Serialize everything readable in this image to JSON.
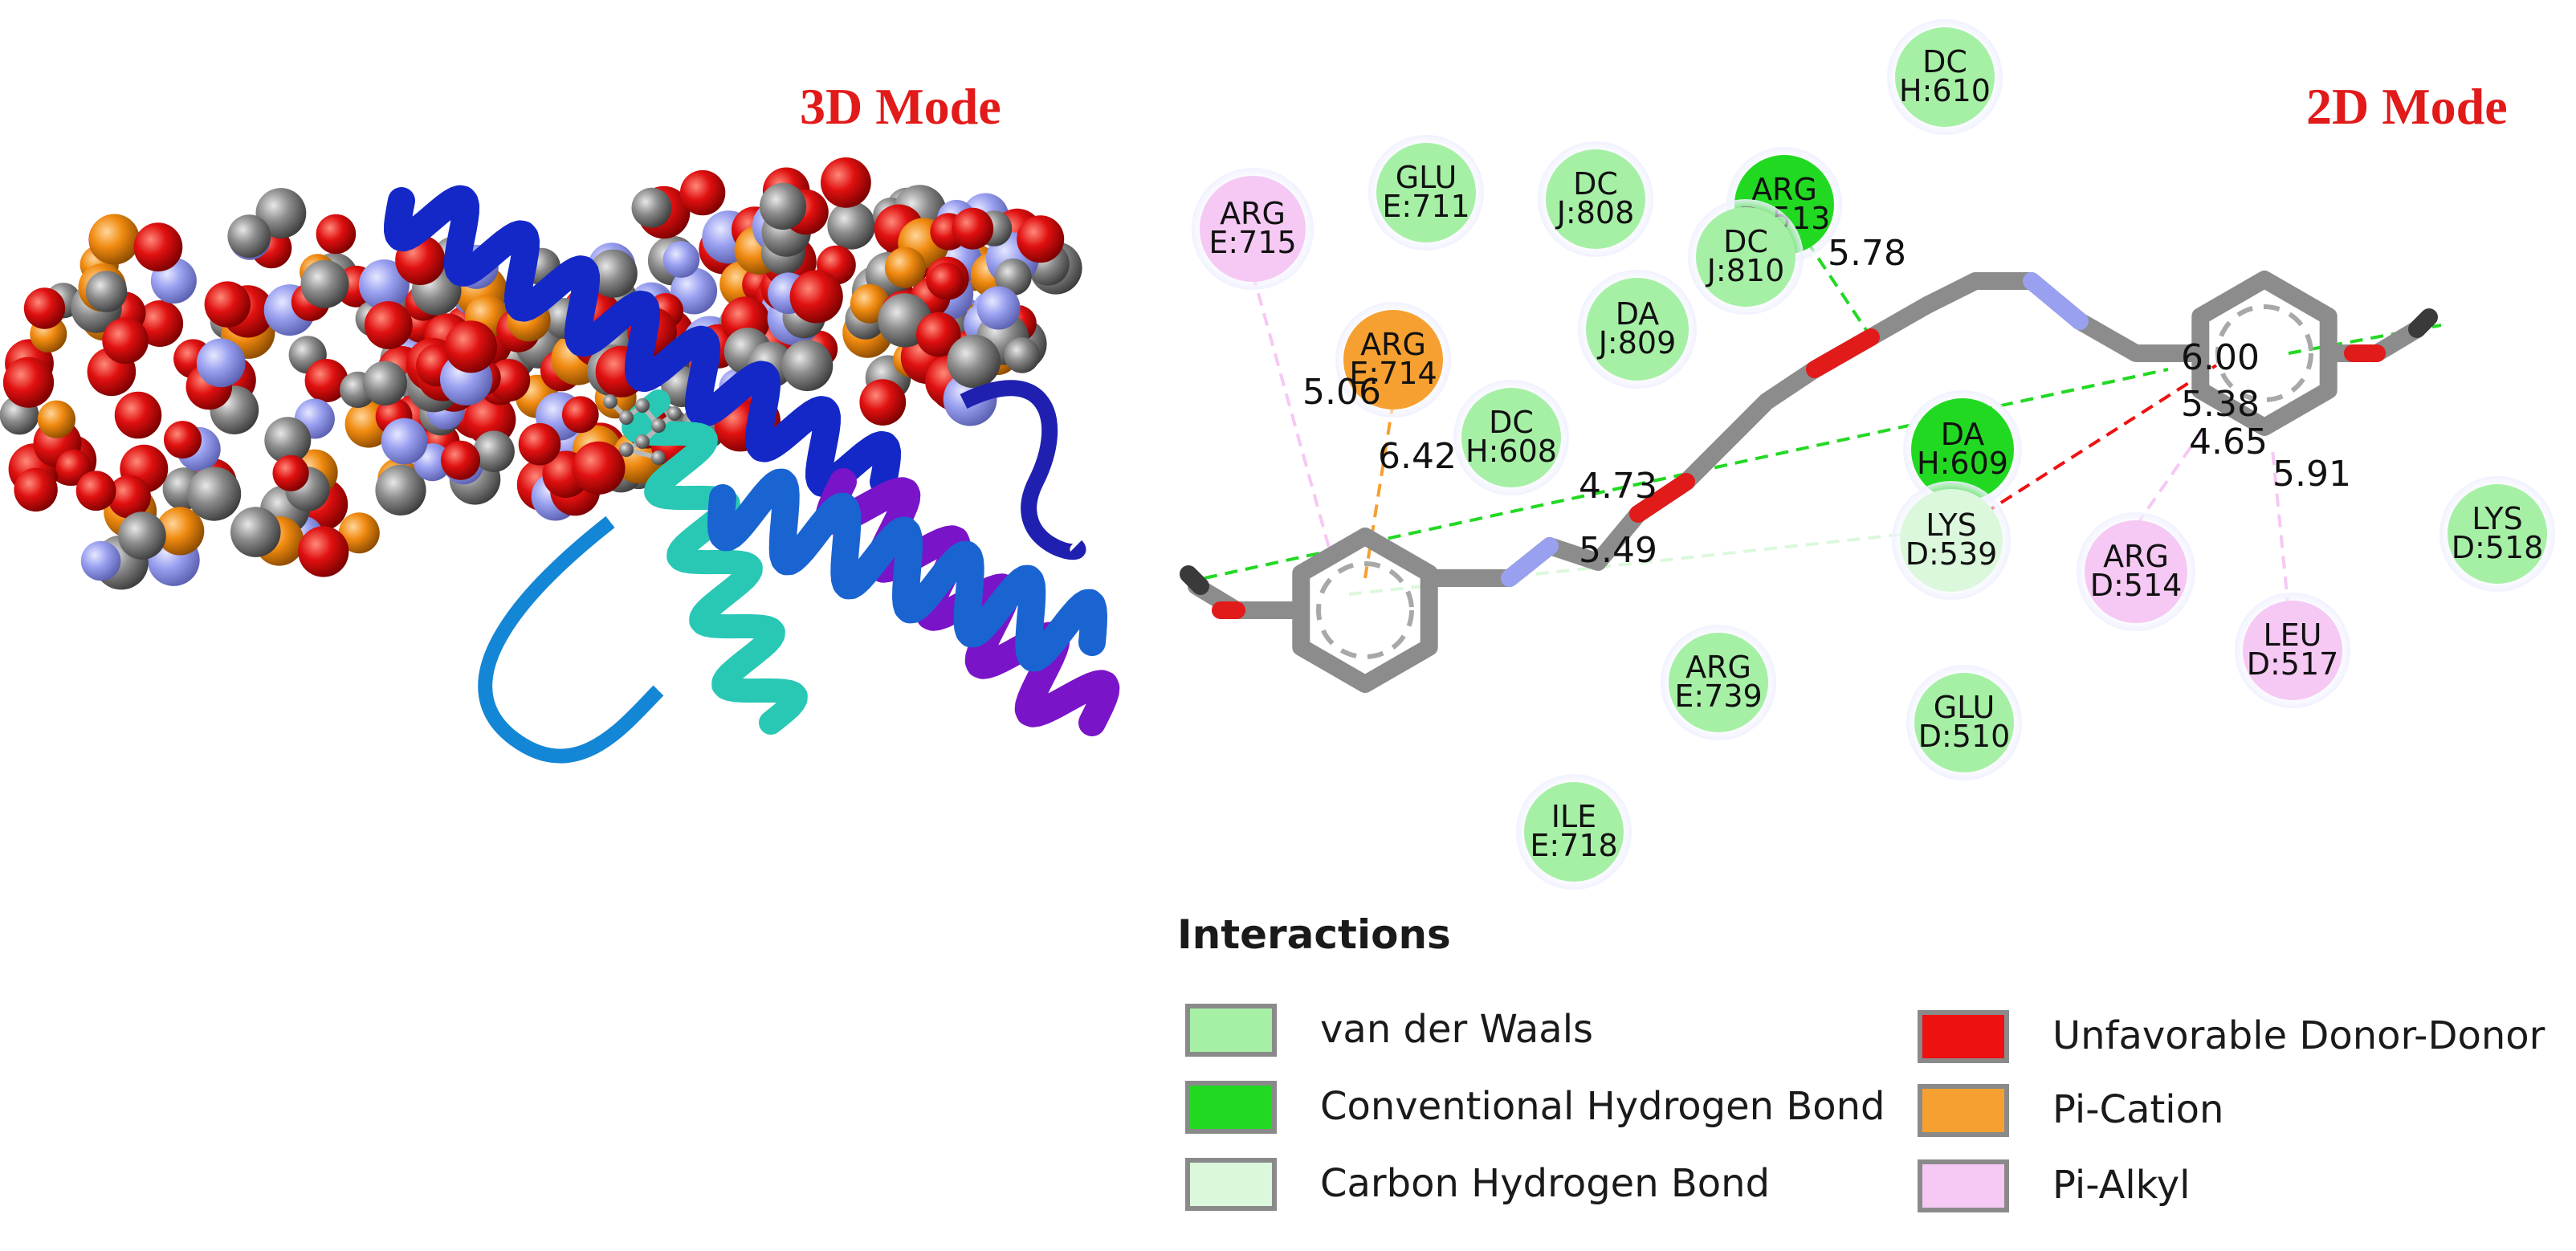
{
  "titles": {
    "mode_3d": "3D Mode",
    "mode_2d": "2D Mode"
  },
  "colors": {
    "van_der_waals": "#a6f0a6",
    "conventional_h_bond": "#22d922",
    "carbon_h_bond": "#dcf8dc",
    "unfavorable_donor_donor": "#ee1111",
    "pi_cation": "#f5a030",
    "pi_alkyl": "#f6c8f4",
    "title_red": "#e11a1a"
  },
  "residues": [
    {
      "key": "dc-h610",
      "name": "DC",
      "id": "H:610",
      "type": "van_der_waals"
    },
    {
      "key": "arg-e715",
      "name": "ARG",
      "id": "E:715",
      "type": "pi_alkyl"
    },
    {
      "key": "glu-e711",
      "name": "GLU",
      "id": "E:711",
      "type": "van_der_waals"
    },
    {
      "key": "dc-j808",
      "name": "DC",
      "id": "J:808",
      "type": "van_der_waals"
    },
    {
      "key": "arg-d513",
      "name": "ARG",
      "id": "D:513",
      "type": "conventional_h_bond"
    },
    {
      "key": "dc-j810",
      "name": "DC",
      "id": "J:810",
      "type": "van_der_waals"
    },
    {
      "key": "da-j809",
      "name": "DA",
      "id": "J:809",
      "type": "van_der_waals"
    },
    {
      "key": "arg-e714",
      "name": "ARG",
      "id": "E:714",
      "type": "pi_cation"
    },
    {
      "key": "dc-h608",
      "name": "DC",
      "id": "H:608",
      "type": "van_der_waals"
    },
    {
      "key": "da-h609",
      "name": "DA",
      "id": "H:609",
      "type": "conventional_h_bond"
    },
    {
      "key": "lys-d539",
      "name": "LYS",
      "id": "D:539",
      "type": "carbon_h_bond"
    },
    {
      "key": "arg-d514",
      "name": "ARG",
      "id": "D:514",
      "type": "pi_alkyl"
    },
    {
      "key": "leu-d517",
      "name": "LEU",
      "id": "D:517",
      "type": "pi_alkyl"
    },
    {
      "key": "lys-d518",
      "name": "LYS",
      "id": "D:518",
      "type": "van_der_waals"
    },
    {
      "key": "arg-e739",
      "name": "ARG",
      "id": "E:739",
      "type": "van_der_waals"
    },
    {
      "key": "glu-d510",
      "name": "GLU",
      "id": "D:510",
      "type": "van_der_waals"
    },
    {
      "key": "ile-e718",
      "name": "ILE",
      "id": "E:718",
      "type": "van_der_waals"
    }
  ],
  "distances": [
    "5.78",
    "5.06",
    "6.42",
    "4.73",
    "5.49",
    "6.00",
    "5.38",
    "4.65",
    "5.91"
  ],
  "legend": {
    "heading": "Interactions",
    "items": [
      {
        "label": "van der Waals",
        "color": "#a6f0a6"
      },
      {
        "label": "Conventional Hydrogen Bond",
        "color": "#22d922"
      },
      {
        "label": "Carbon Hydrogen Bond",
        "color": "#dcf8dc"
      },
      {
        "label": "Unfavorable Donor-Donor",
        "color": "#ee1111"
      },
      {
        "label": "Pi-Cation",
        "color": "#f5a030"
      },
      {
        "label": "Pi-Alkyl",
        "color": "#f6c8f4"
      }
    ]
  }
}
